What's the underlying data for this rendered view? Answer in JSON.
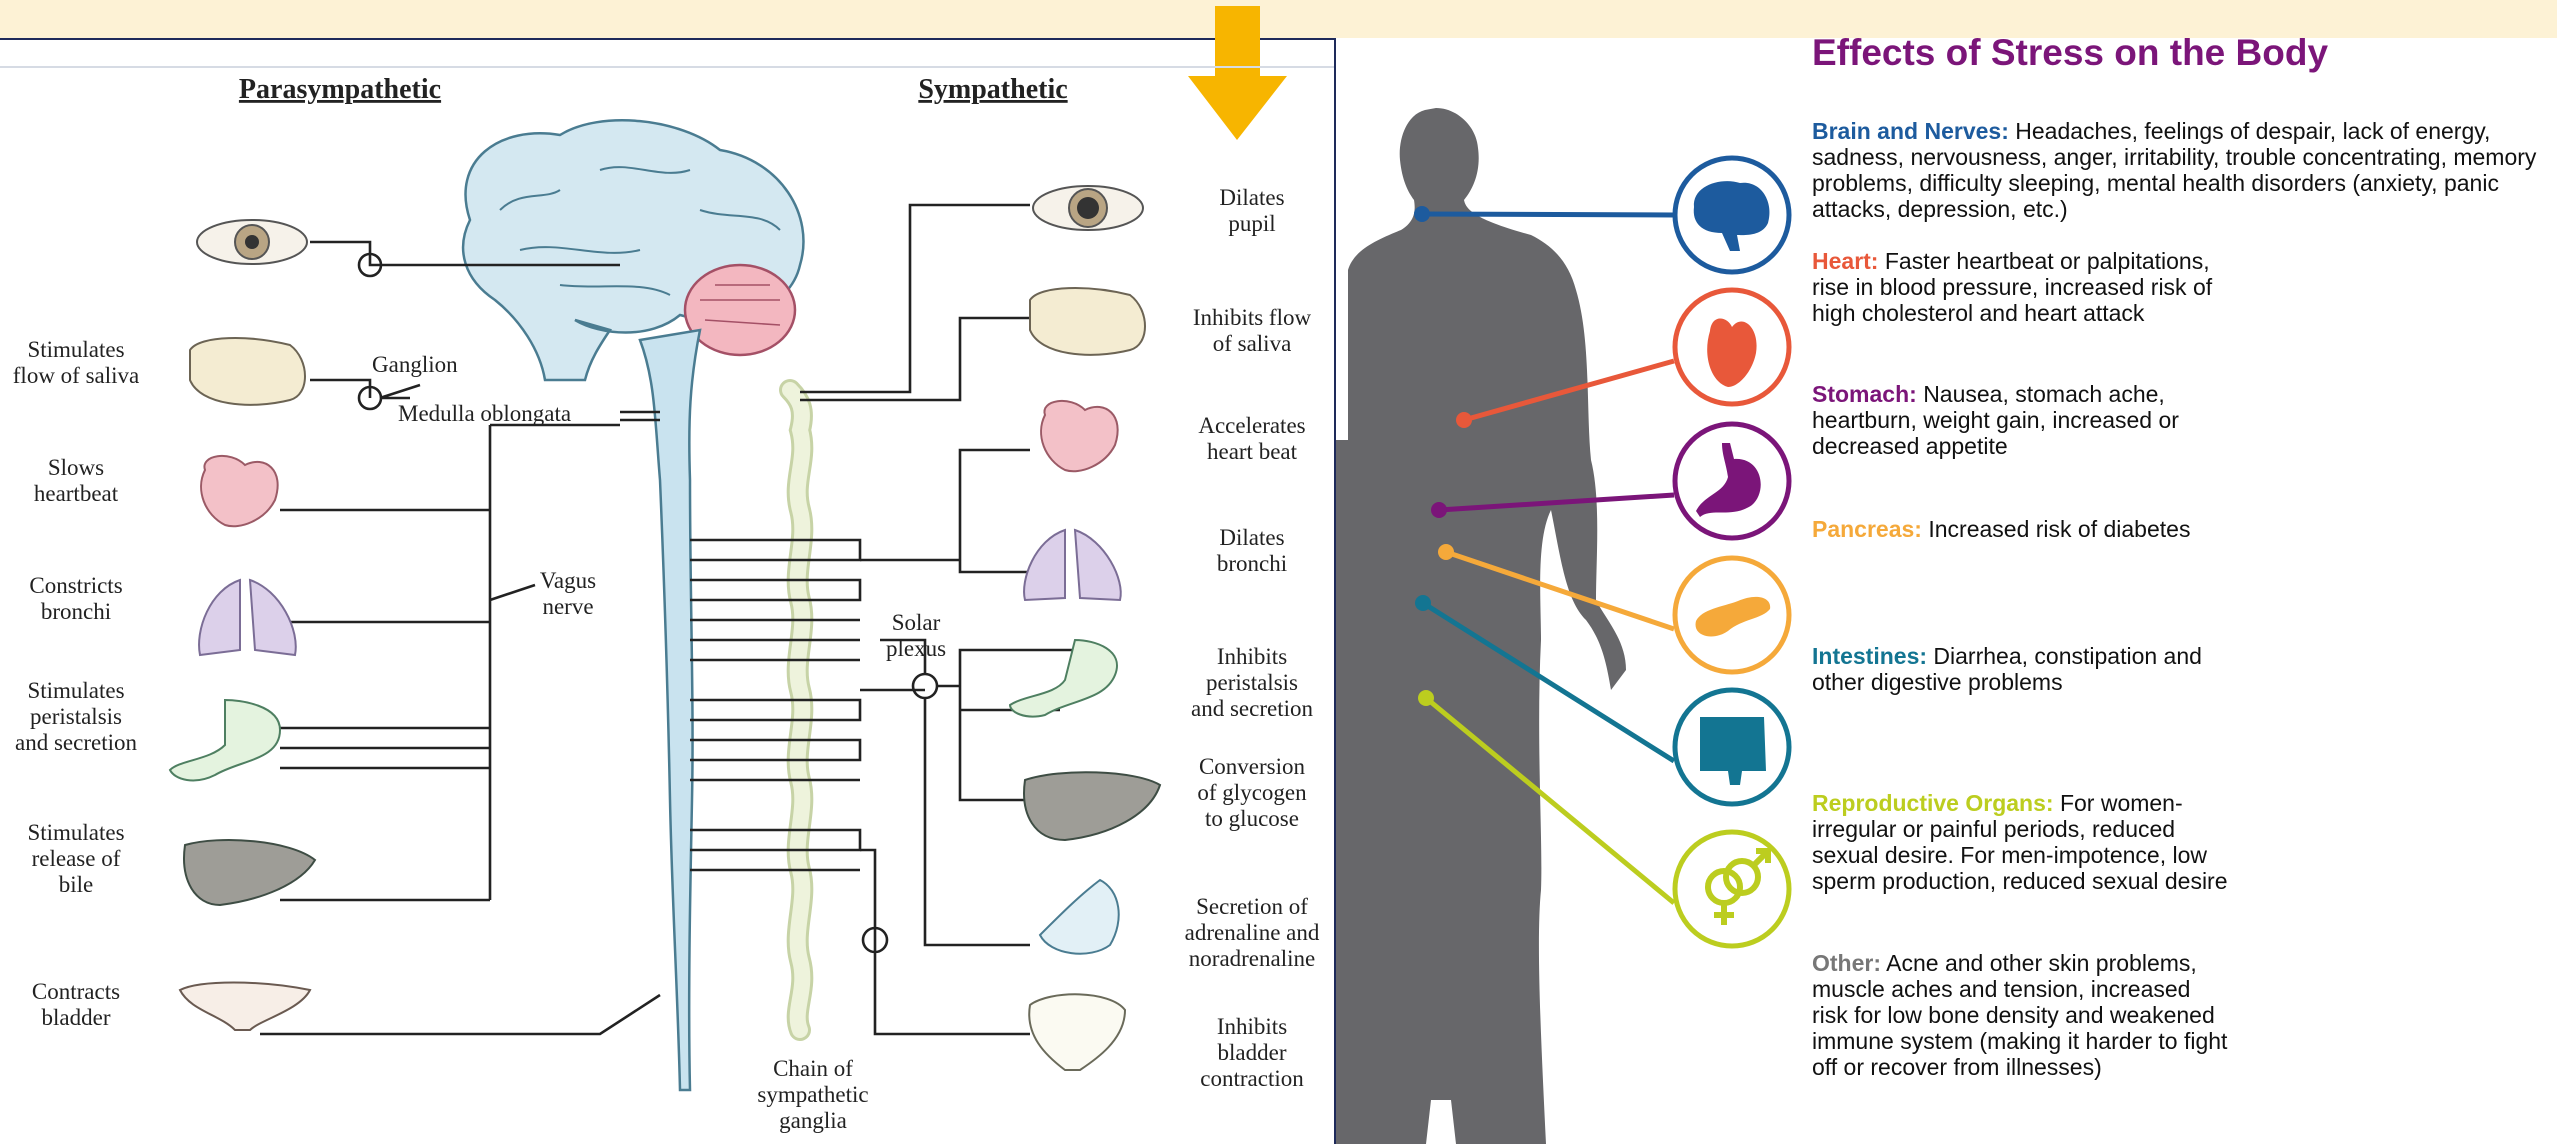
{
  "arrow_color": "#f7b500",
  "left": {
    "parasympathetic_header": "Parasympathetic",
    "sympathetic_header": "Sympathetic",
    "ganglion": "Ganglion",
    "medulla": "Medulla oblongata",
    "vagus": [
      "Vagus",
      "nerve"
    ],
    "solar": [
      "Solar",
      "plexus"
    ],
    "chain": [
      "Chain of",
      "sympathetic",
      "ganglia"
    ],
    "para_labels": [
      [
        "Stimulates",
        "flow of saliva"
      ],
      [
        "Slows",
        "heartbeat"
      ],
      [
        "Constricts",
        "bronchi"
      ],
      [
        "Stimulates",
        "peristalsis",
        "and secretion"
      ],
      [
        "Stimulates",
        "release of",
        "bile"
      ],
      [
        "Contracts",
        "bladder"
      ]
    ],
    "symp_labels": [
      [
        "Dilates",
        "pupil"
      ],
      [
        "Inhibits flow",
        "of saliva"
      ],
      [
        "Accelerates",
        "heart beat"
      ],
      [
        "Dilates",
        "bronchi"
      ],
      [
        "Inhibits",
        "peristalsis",
        "and secretion"
      ],
      [
        "Conversion",
        "of glycogen",
        "to glucose"
      ],
      [
        "Secretion of",
        "adrenaline and",
        "noradrenaline"
      ],
      [
        "Inhibits",
        "bladder",
        "contraction"
      ]
    ]
  },
  "right": {
    "title": "Effects of Stress on the Body",
    "effects": [
      {
        "name": "Brain and Nerves:",
        "text": "Headaches, feelings of despair, lack of energy, sadness, nervousness, anger, irritability, trouble concentrating, memory problems, difficulty sleeping, mental health disorders (anxiety, panic attacks, depression, etc.)",
        "color": "#1d5b9e",
        "icon": "brain-icon"
      },
      {
        "name": "Heart:",
        "text": "Faster heartbeat or palpitations, rise in blood pressure, increased risk of high cholesterol and heart attack",
        "color": "#e8583a",
        "icon": "heart-icon"
      },
      {
        "name": "Stomach:",
        "text": "Nausea, stomach ache, heartburn, weight gain, increased or decreased appetite",
        "color": "#7b1579",
        "icon": "stomach-icon"
      },
      {
        "name": "Pancreas:",
        "text": "Increased risk of diabetes",
        "color": "#f5a93a",
        "icon": "pancreas-icon"
      },
      {
        "name": "Intestines:",
        "text": "Diarrhea, constipation and other digestive problems",
        "color": "#137592",
        "icon": "intestines-icon"
      },
      {
        "name": "Reproductive Organs:",
        "text": " For women- irregular or painful periods, reduced sexual desire.  For men-impotence, low sperm production, reduced sexual desire",
        "color": "#bccd1f",
        "icon": "gender-symbol-icon"
      },
      {
        "name": "Other:",
        "text": "Acne and other skin problems, muscle aches and tension, increased risk for low bone density and weakened immune system (making it harder to fight off or recover from illnesses)",
        "color": "#777777",
        "icon": ""
      }
    ],
    "silhouette_color": "#67676a"
  }
}
